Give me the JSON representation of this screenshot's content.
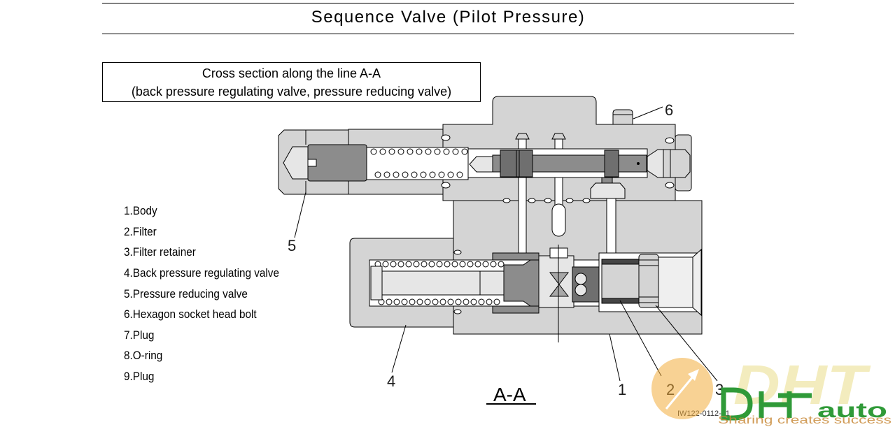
{
  "page": {
    "title": "Sequence Valve (Pilot Pressure)"
  },
  "caption": {
    "line1": "Cross section along the line A-A",
    "line2": "(back pressure regulating valve, pressure reducing valve)"
  },
  "legend": [
    "1.Body",
    "2.Filter",
    "3.Filter retainer",
    "4.Back pressure regulating valve",
    "5.Pressure reducing valve",
    "6.Hexagon socket head bolt",
    "7.Plug",
    "8.O-ring",
    "9.Plug"
  ],
  "callouts": [
    "1",
    "2",
    "3",
    "4",
    "5",
    "6"
  ],
  "section_label": "A-A",
  "figure_code": "IW122-0112-01",
  "watermark": {
    "brand": "DHT",
    "suffix": "auto",
    "slogan": "Sharing creates success"
  },
  "colors": {
    "body": "#d4d4d4",
    "part_dark": "#8c8c8c",
    "watermark_orange": "#f2ad3d",
    "watermark_green": "#2f9a38",
    "watermark_yellow": "#eee39c",
    "watermark_slogan": "#c98b3c"
  }
}
